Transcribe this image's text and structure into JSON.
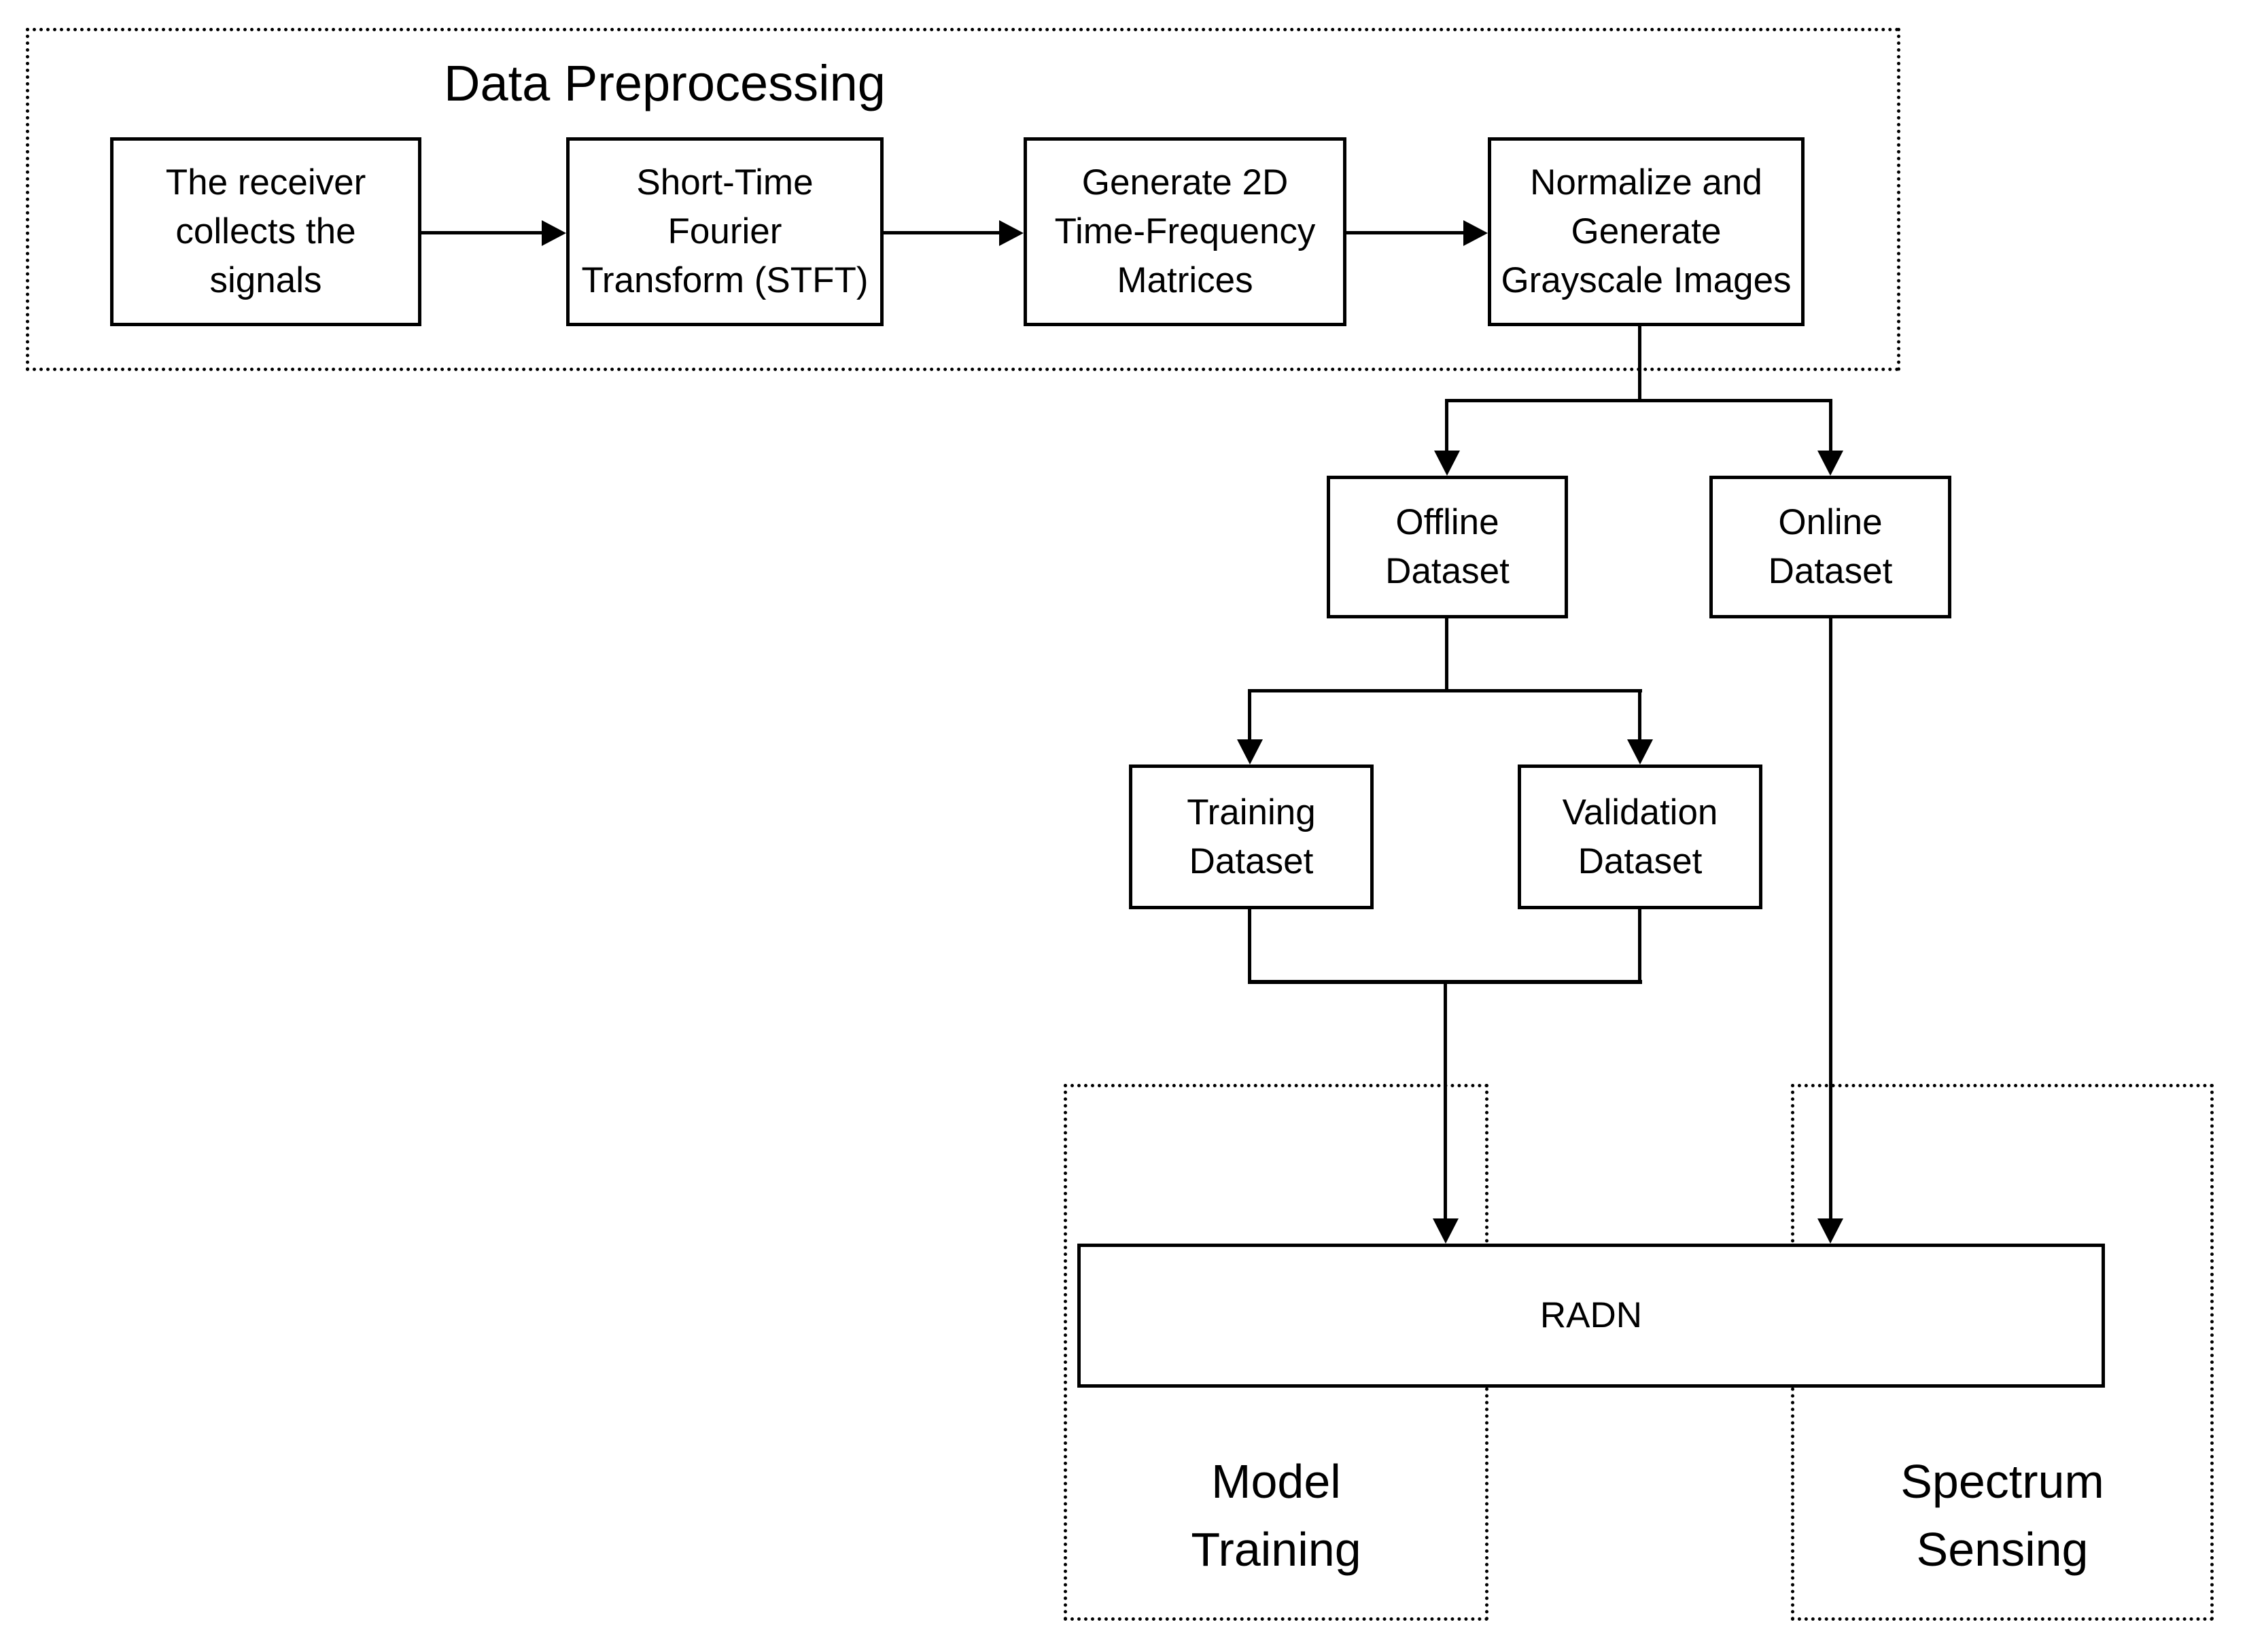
{
  "preprocessing": {
    "title": "Data Preprocessing",
    "steps": [
      "The receiver\ncollects the\nsignals",
      "Short-Time\nFourier\nTransform (STFT)",
      "Generate 2D\nTime-Frequency\nMatrices",
      "Normalize and\nGenerate\nGrayscale Images"
    ]
  },
  "datasets": {
    "offline": "Offline\nDataset",
    "online": "Online\nDataset",
    "training": "Training\nDataset",
    "validation": "Validation\nDataset"
  },
  "model": {
    "label": "RADN"
  },
  "sections": {
    "model_training": "Model\nTraining",
    "spectrum_sensing": "Spectrum\nSensing"
  },
  "colors": {
    "line": "#000000",
    "background": "#ffffff"
  }
}
